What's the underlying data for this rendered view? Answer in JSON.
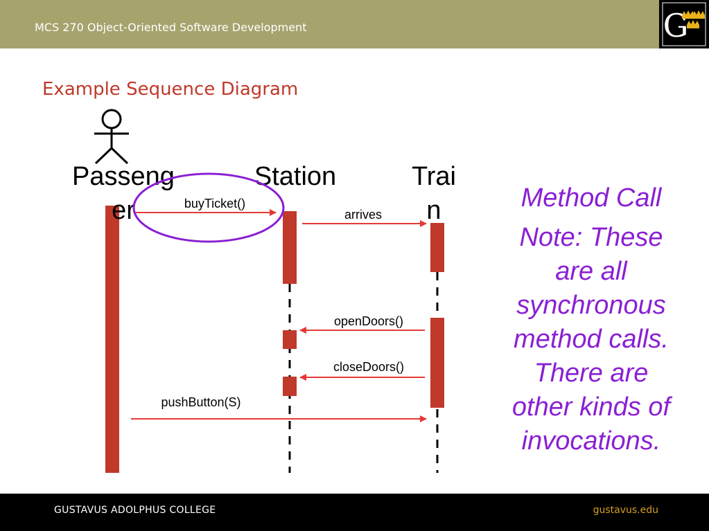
{
  "header": {
    "course_title": "MCS 270 Object-Oriented Software Development",
    "logo_icon": "college-crest-icon"
  },
  "slide": {
    "title": "Example Sequence Diagram"
  },
  "diagram": {
    "actors": [
      {
        "name_line1": "Passeng",
        "name_line2": "er",
        "icon": "stick-figure-icon"
      },
      {
        "name_line1": "Station"
      },
      {
        "name_line1": "Trai",
        "name_line2": "n"
      }
    ],
    "messages": [
      {
        "label": "buyTicket()",
        "from": "Passenger",
        "to": "Station"
      },
      {
        "label": "arrives",
        "from": "Station",
        "to": "Train"
      },
      {
        "label": "openDoors()",
        "from": "Train",
        "to": "Station"
      },
      {
        "label": "closeDoors()",
        "from": "Train",
        "to": "Station"
      },
      {
        "label": "pushButton(S)",
        "from": "Passenger",
        "to": "Train"
      }
    ],
    "highlight": "buyTicket()",
    "colors": {
      "activation": "#c0392b",
      "arrow": "#e53935",
      "highlight": "#8a1fd3"
    }
  },
  "note": {
    "method_call": "Method Call",
    "text": "Note: These are all synchronous method calls.  There are other kinds of invocations."
  },
  "footer": {
    "college": "GUSTAVUS ADOLPHUS COLLEGE",
    "site": "gustavus.edu"
  },
  "colors": {
    "header_bar": "#a6a36d",
    "title": "#c0392b",
    "footer": "#000000",
    "footer_link": "#d4a021"
  }
}
